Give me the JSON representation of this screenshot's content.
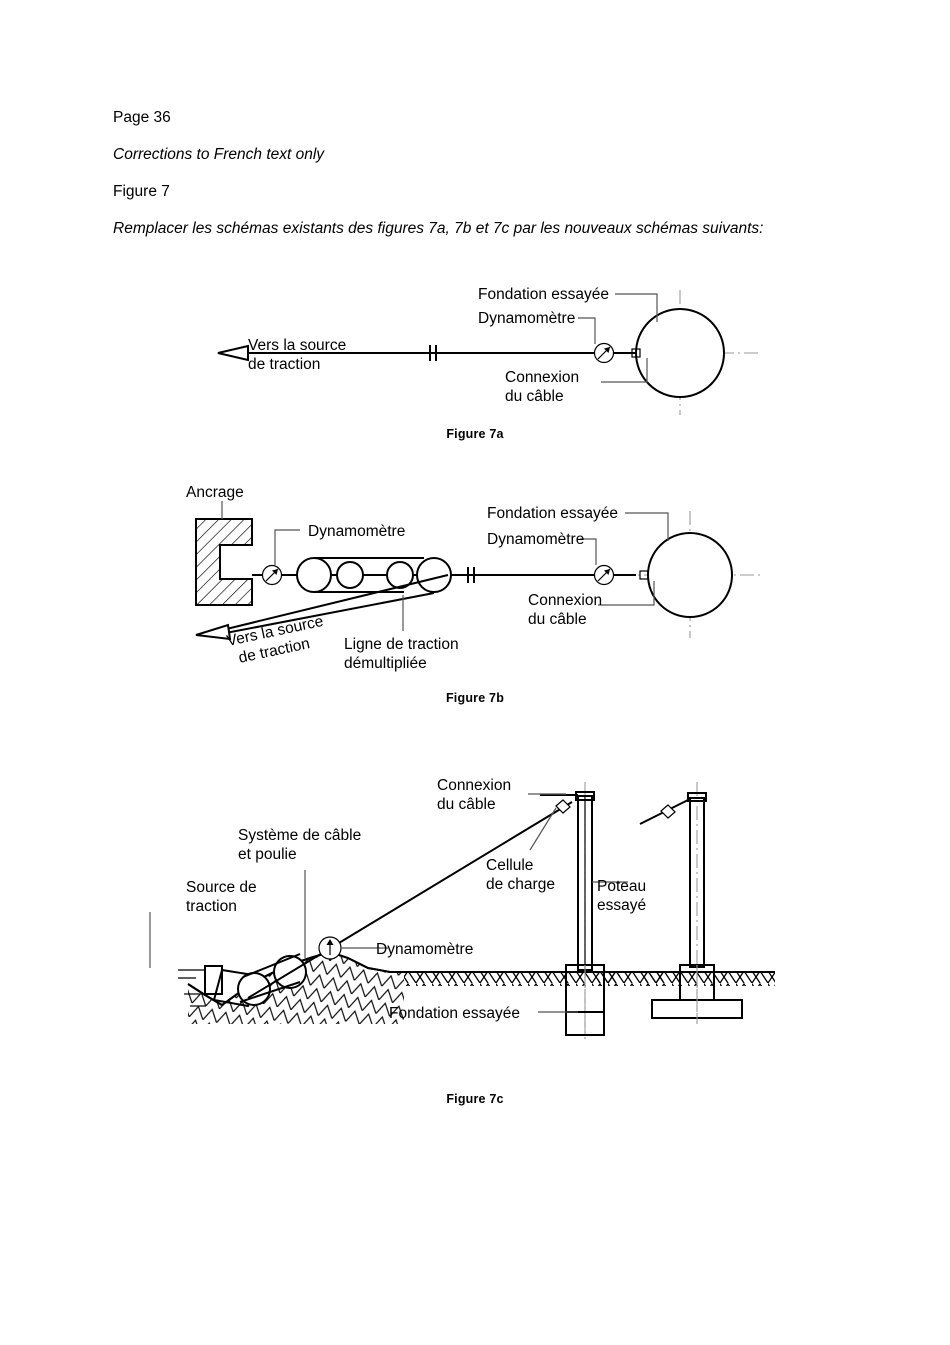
{
  "document": {
    "page_label": "Page 36",
    "note": "Corrections to French text only",
    "figure_heading": "Figure 7",
    "instruction": "Remplacer les schémas existants des figures 7a, 7b et 7c par les nouveaux schémas suivants:"
  },
  "figures": [
    {
      "id": "7a",
      "caption": "Figure 7a",
      "labels": {
        "traction_source_line1": "Vers la source",
        "traction_source_line2": "de traction",
        "foundation": "Fondation essayée",
        "dynamometer": "Dynamomètre",
        "cable_connection_line1": "Connexion",
        "cable_connection_line2": "du câble"
      }
    },
    {
      "id": "7b",
      "caption": "Figure 7b",
      "labels": {
        "anchor": "Ancrage",
        "dynamometer_left": "Dynamomètre",
        "traction_source_line1": "Vers la source",
        "traction_source_line2": "de traction",
        "traction_line_line1": "Ligne de traction",
        "traction_line_line2": "démultipliée",
        "foundation": "Fondation essayée",
        "dynamometer_right": "Dynamomètre",
        "cable_connection_line1": "Connexion",
        "cable_connection_line2": "du câble"
      }
    },
    {
      "id": "7c",
      "caption": "Figure 7c",
      "labels": {
        "traction_source_line1": "Source de",
        "traction_source_line2": "traction",
        "cable_pulley_line1": "Système de câble",
        "cable_pulley_line2": "et poulie",
        "cable_connection_line1": "Connexion",
        "cable_connection_line2": "du câble",
        "load_cell_line1": "Cellule",
        "load_cell_line2": "de charge",
        "pole_line1": "Poteau",
        "pole_line2": "essayé",
        "dynamometer": "Dynamomètre",
        "foundation": "Fondation essayée"
      }
    }
  ],
  "colors": {
    "ink": "#000000",
    "leader": "#555555",
    "centerline": "#9a9a9a",
    "paper": "#ffffff"
  }
}
